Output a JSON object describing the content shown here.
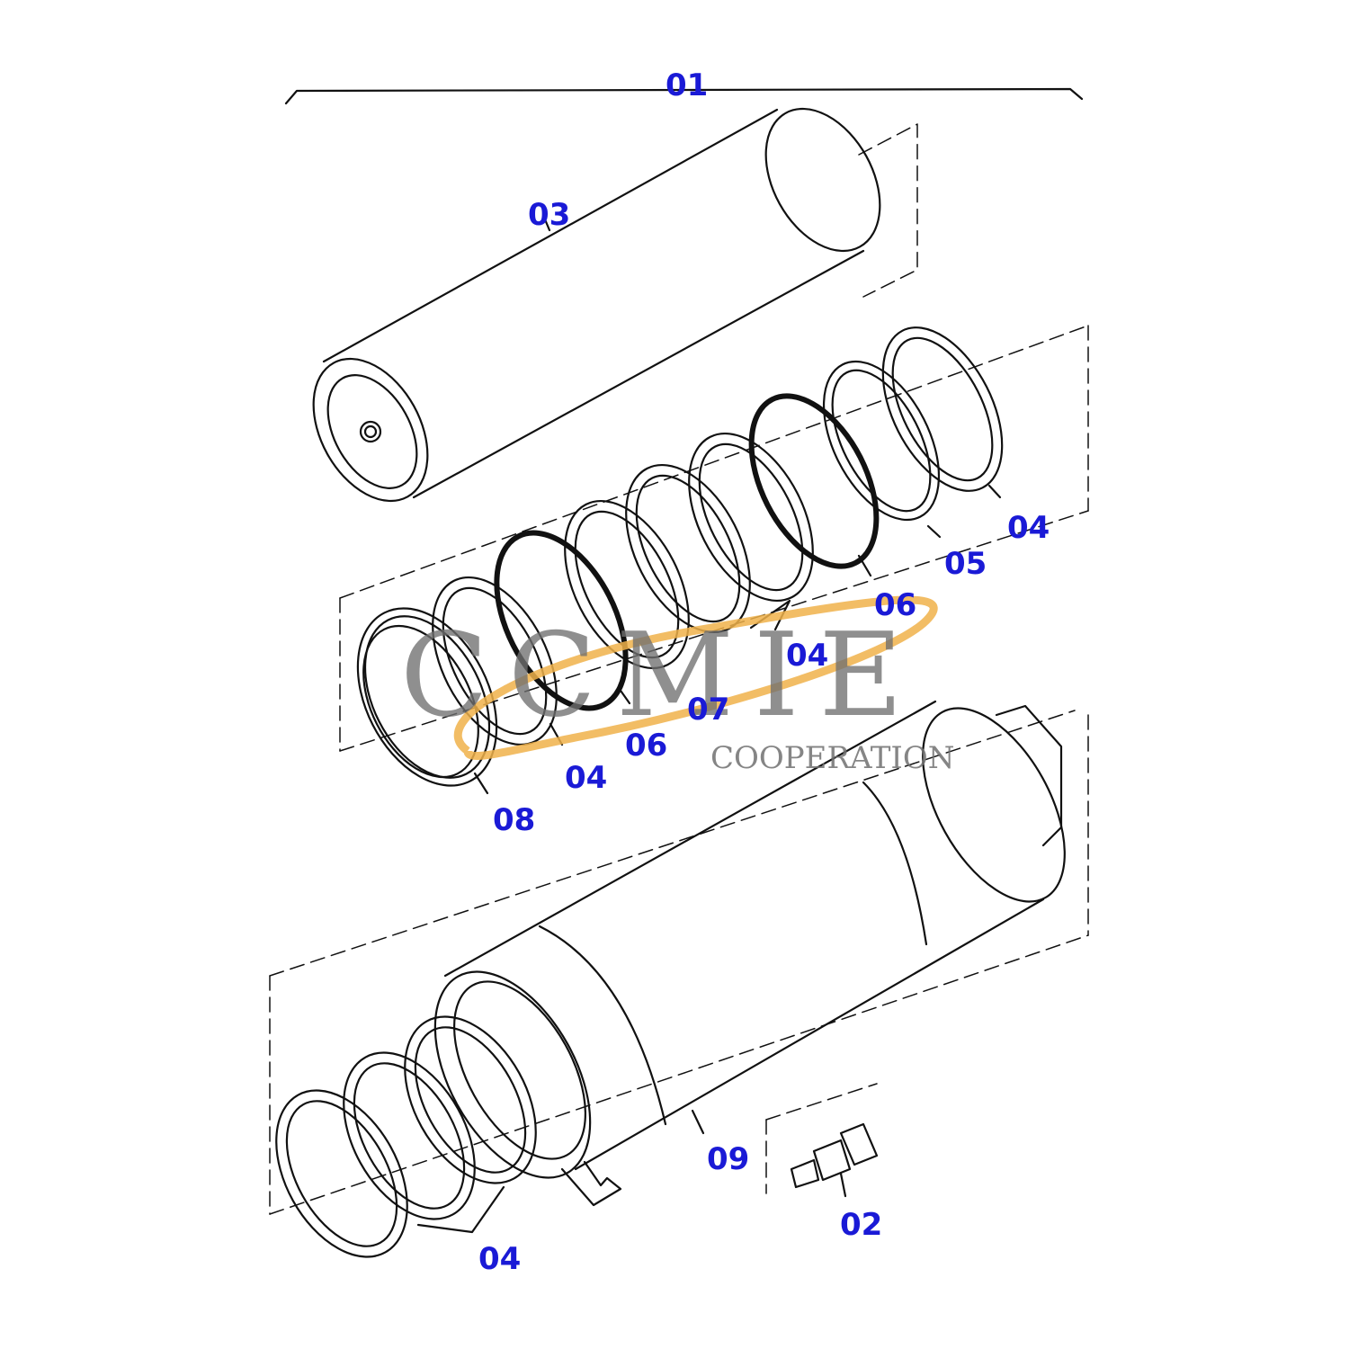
{
  "callouts": [
    {
      "id": "c01",
      "label": "01"
    },
    {
      "id": "c03",
      "label": "03"
    },
    {
      "id": "c04a",
      "label": "04"
    },
    {
      "id": "c05",
      "label": "05"
    },
    {
      "id": "c06a",
      "label": "06"
    },
    {
      "id": "c04b",
      "label": "04"
    },
    {
      "id": "c07",
      "label": "07"
    },
    {
      "id": "c06b",
      "label": "06"
    },
    {
      "id": "c04c",
      "label": "04"
    },
    {
      "id": "c08",
      "label": "08"
    },
    {
      "id": "c09",
      "label": "09"
    },
    {
      "id": "c02",
      "label": "02"
    },
    {
      "id": "c04d",
      "label": "04"
    }
  ],
  "watermark": {
    "logo_text": "CCMIE",
    "tagline": "COOPERATION"
  },
  "colors": {
    "callout": "#1a1ad6",
    "line_art": "#111111",
    "watermark_text": "#707070",
    "watermark_swoosh": "#f0b24a"
  }
}
